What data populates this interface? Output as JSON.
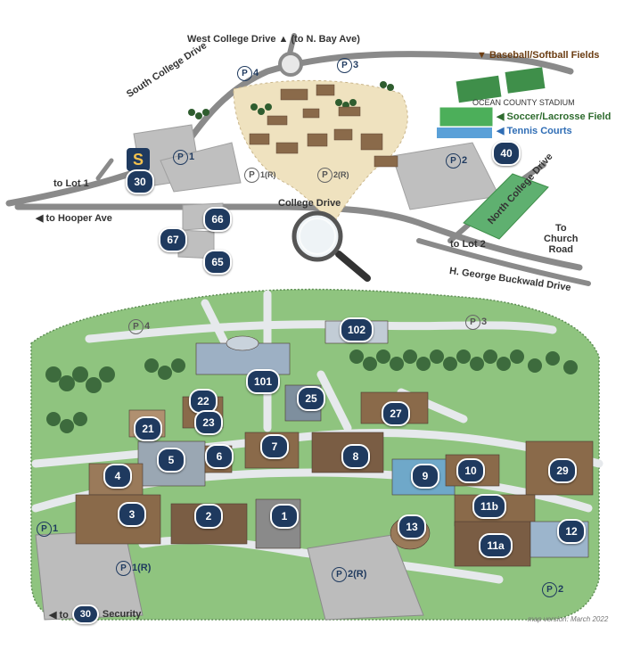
{
  "top_labels": {
    "west_college": "West College Drive ▲ (to N. Bay Ave)",
    "south_college": "South College Drive",
    "college_drive": "College Drive",
    "to_lot1": "to Lot 1",
    "to_hooper": "◀ to Hooper Ave",
    "to_lot2": "to Lot 2",
    "to_church": "To\nChurch\nRoad",
    "buckwald": "H. George Buckwald Drive",
    "north_college": "North College Drive",
    "baseball": "▼ Baseball/Softball Fields",
    "stadium": "OCEAN COUNTY STADIUM",
    "soccer": "◀ Soccer/Lacrosse Field",
    "tennis": "◀ Tennis Courts",
    "to_security_pre": "◀ to",
    "to_security_post": "Security",
    "version": "map version: March 2022"
  },
  "colors": {
    "campus_green": "#8fc47f",
    "road": "#8a8a8a",
    "parking": "#bfbfbf",
    "badge": "#1f3a5f",
    "baseball_text": "#6b3d12",
    "soccer_text": "#2e6b2e",
    "tennis_text": "#2f6db5"
  },
  "top_badges": {
    "b40": "40",
    "b30": "30",
    "b66": "66",
    "b67": "67",
    "b65": "65",
    "s": "S"
  },
  "top_parking": {
    "p4": "4",
    "p3": "3",
    "p1": "1",
    "p2": "2",
    "p1r": "1(R)",
    "p2r": "2(R)"
  },
  "campus_badges": {
    "b101": "101",
    "b102": "102",
    "b22": "22",
    "b23": "23",
    "b25": "25",
    "b27": "27",
    "b21": "21",
    "b5": "5",
    "b6": "6",
    "b7": "7",
    "b8": "8",
    "b4": "4",
    "b9": "9",
    "b10": "10",
    "b29": "29",
    "b3": "3",
    "b2": "2",
    "b1": "1",
    "b11b": "11b",
    "b13": "13",
    "b11a": "11a",
    "b12": "12",
    "b30": "30"
  },
  "campus_parking": {
    "p4": "4",
    "p3": "3",
    "p1": "1",
    "p1r": "1(R)",
    "p2r": "2(R)",
    "p2": "2"
  }
}
